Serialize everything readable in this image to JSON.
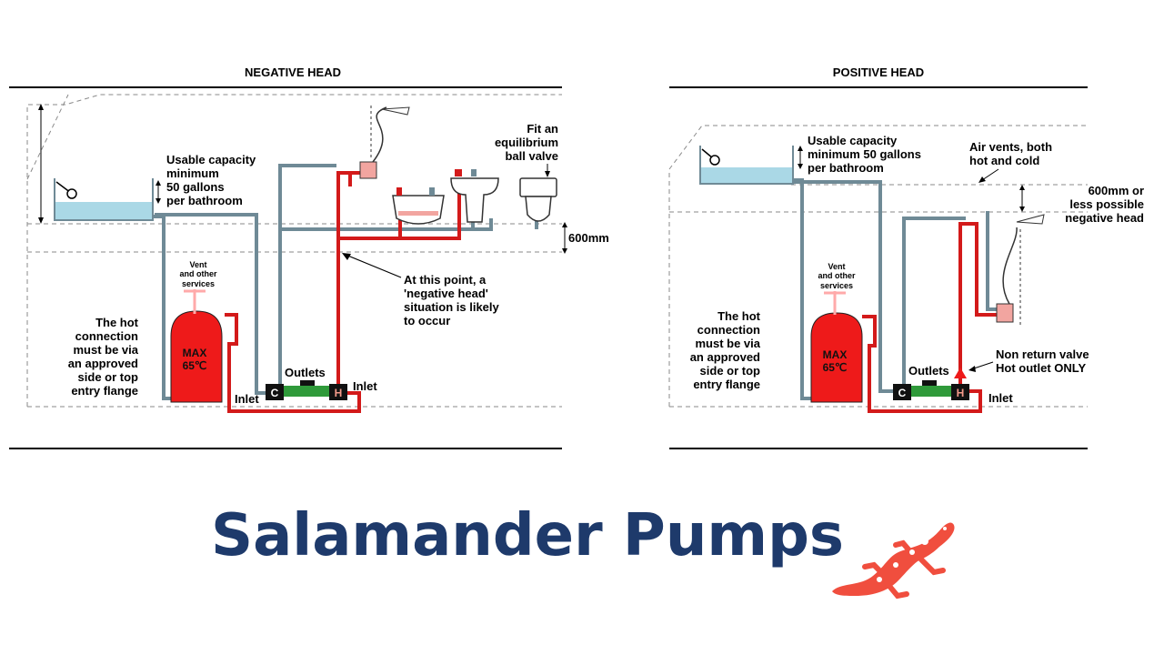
{
  "negative": {
    "title": "NEGATIVE HEAD",
    "usable": [
      "Usable capacity",
      "minimum",
      "50 gallons",
      "per bathroom"
    ],
    "fit": [
      "Fit an",
      "equilibrium",
      "ball valve"
    ],
    "dim": "600mm",
    "point": [
      "At this point, a",
      "'negative head'",
      "situation is likely",
      "to occur"
    ],
    "vent": [
      "Vent",
      "and other",
      "services"
    ],
    "hot": [
      "The hot",
      "connection",
      "must be via",
      "an approved",
      "side or top",
      "entry flange"
    ],
    "max": [
      "MAX",
      "65℃"
    ],
    "outlets": "Outlets",
    "inlet_left": "Inlet",
    "inlet_right": "Inlet",
    "c": "C",
    "h": "H"
  },
  "positive": {
    "title": "POSITIVE HEAD",
    "usable": [
      "Usable capacity",
      "minimum 50 gallons",
      "per bathroom"
    ],
    "air": [
      "Air vents, both",
      "hot and cold"
    ],
    "dim": [
      "600mm or",
      "less possible",
      "negative head"
    ],
    "vent": [
      "Vent",
      "and other",
      "services"
    ],
    "hot": [
      "The hot",
      "connection",
      "must be via",
      "an approved",
      "side or top",
      "entry flange"
    ],
    "max": [
      "MAX",
      "65℃"
    ],
    "outlets": "Outlets",
    "nrv": [
      "Non return valve",
      "Hot outlet ONLY"
    ],
    "inlet": "Inlet",
    "c": "C",
    "h": "H"
  },
  "brand": {
    "name": "Salamander Pumps",
    "color": "#1e3a6b",
    "logo": "salamander-icon",
    "logo_color": "#f04e3e"
  },
  "colors": {
    "cold_pipe": "#6f8a96",
    "hot_pipe": "#d31a1a",
    "water": "#aad8e6",
    "pump": "#2f9a3a"
  }
}
